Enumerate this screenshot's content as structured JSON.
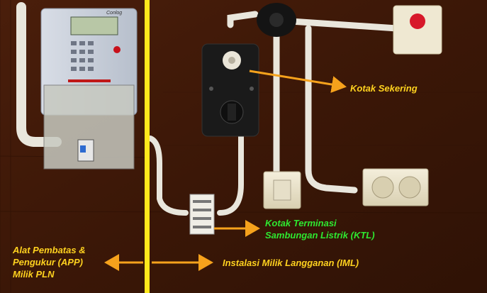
{
  "labels": {
    "fuse_box": "Kotak Sekering",
    "terminal_box": [
      "Kotak Terminasi",
      "Sambungan Listrik (KTL)"
    ],
    "app": [
      "Alat Pembatas &",
      "Pengukur (APP)",
      "Milik PLN"
    ],
    "iml": "Instalasi Milik Langganan (IML)"
  },
  "meter_logo": "Conlog",
  "colors": {
    "wall": "#3a1608",
    "divider_line": "#ffe81c",
    "arrow": "#f6a21c",
    "text_yellow": "#ffd21f",
    "text_green": "#2ee830",
    "conduit": "#e9e6dc"
  }
}
